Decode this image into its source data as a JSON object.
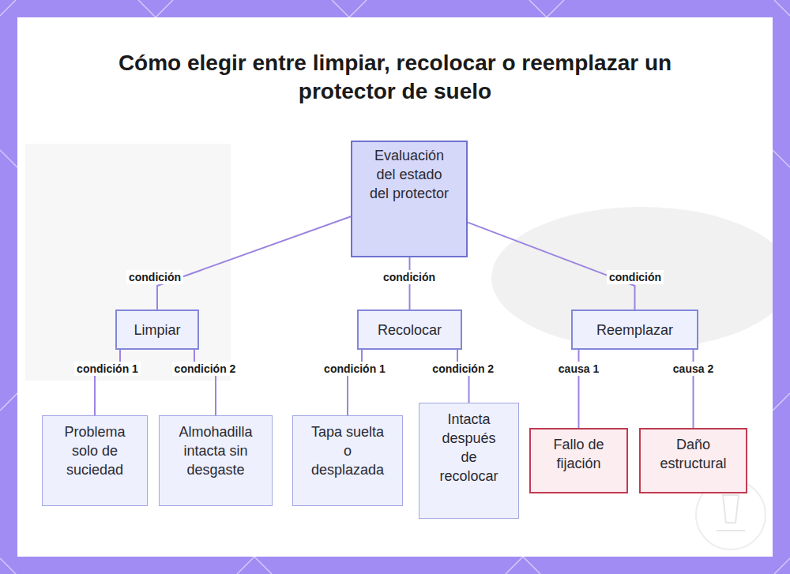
{
  "diagram": {
    "title": "Cómo elegir entre limpiar, recolocar o reemplazar un protector de suelo",
    "nodes": [
      {
        "text": [
          "Evaluación del estado del protector"
        ]
      },
      {
        "text": [
          "Limpiar"
        ]
      },
      {
        "text": [
          "Recolocar"
        ]
      },
      {
        "text": [
          "Reemplazar"
        ]
      },
      {
        "text": [
          "Problema solo de suciedad"
        ]
      },
      {
        "text": [
          "Almohadilla intacta sin desgaste"
        ]
      },
      {
        "text": [
          "Tapa suelta o desplazada"
        ]
      },
      {
        "text": [
          "Intacta después de recolocar"
        ]
      },
      {
        "text": [
          "Fallo de fijación"
        ]
      },
      {
        "text": [
          "Daño estructural"
        ]
      }
    ],
    "edges": [
      {
        "from": 0,
        "to": 1,
        "arrow": "none",
        "label": "condición"
      },
      {
        "from": 0,
        "to": 2,
        "arrow": "none",
        "label": "condición"
      },
      {
        "from": 0,
        "to": 3,
        "arrow": "none",
        "label": "condición"
      },
      {
        "from": 1,
        "to": 4,
        "arrow": "none",
        "label": "condición 1"
      },
      {
        "from": 1,
        "to": 5,
        "arrow": "none",
        "label": "condición 2"
      },
      {
        "from": 2,
        "to": 6,
        "arrow": "none",
        "label": "condición 1"
      },
      {
        "from": 2,
        "to": 7,
        "arrow": "none",
        "label": "condición 2"
      },
      {
        "from": 3,
        "to": 8,
        "arrow": "none",
        "label": "causa 1"
      },
      {
        "from": 3,
        "to": 9,
        "arrow": "none",
        "label": "causa 2"
      }
    ]
  }
}
